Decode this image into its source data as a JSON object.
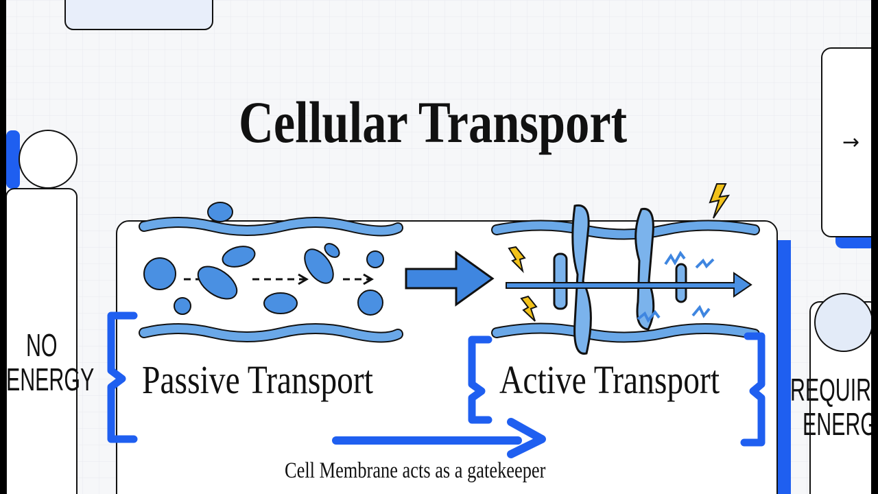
{
  "title": "Cellular Transport",
  "labels": {
    "passive": "Passive Transport",
    "active": "Active Transport",
    "caption": "Cell Membrane acts as a gatekeeper"
  },
  "left_panel": {
    "line1": "NO",
    "line2": "ENERGY"
  },
  "right_panel": {
    "line1": "REQUIRE",
    "line2": "ENERGY",
    "arrow": "→"
  },
  "colors": {
    "accent_blue": "#1f5ff0",
    "membrane_blue": "#6aa8e8",
    "energy_yellow": "#f2c21b",
    "ink": "#111111"
  }
}
